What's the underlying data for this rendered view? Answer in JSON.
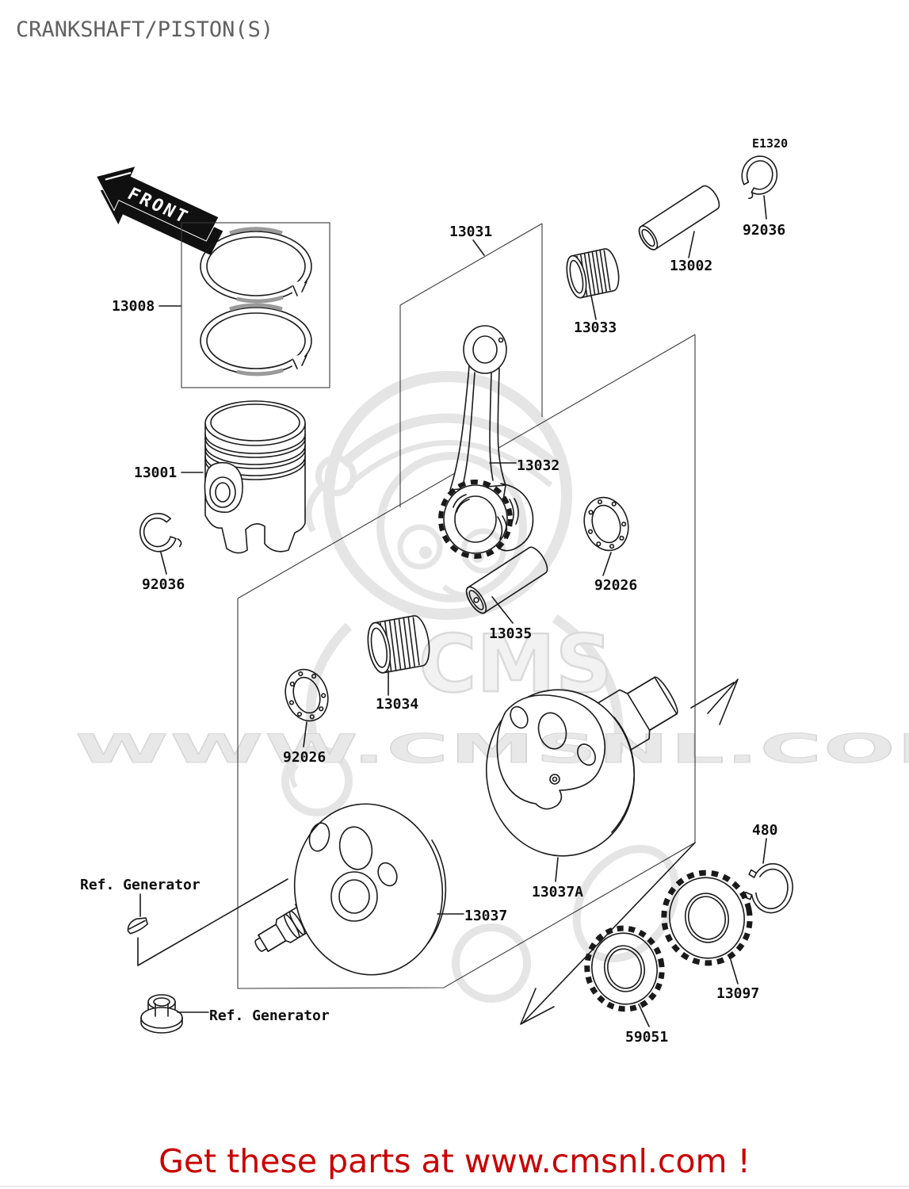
{
  "page": {
    "title": "CRANKSHAFT/PISTON(S)",
    "diagram_code": "E1320",
    "footer_cta": "Get these parts at www.cmsnl.com !"
  },
  "front_marker": {
    "label": "FRONT"
  },
  "watermark": {
    "brand": "CMS",
    "site": "WWW.CMSNL.COM"
  },
  "parts": {
    "ring_set": "13008",
    "piston": "13001",
    "circlip_left": "92036",
    "circlip_right": "92036",
    "conrod_kit": "13031",
    "piston_pin": "13002",
    "small_end_bearing": "13033",
    "connecting_rod": "13032",
    "thrust_washer_right": "92026",
    "crank_pin": "13035",
    "big_end_bearing": "13034",
    "thrust_washer_left": "92026",
    "crank_half_right": "13037A",
    "crank_half_left": "13037",
    "gear_inner": "59051",
    "gear_outer": "13097",
    "clip": "480",
    "ref_generator_key": "Ref. Generator",
    "ref_generator_nut": "Ref. Generator"
  },
  "colors": {
    "footer_red": "#c90000",
    "title_gray": "#616161",
    "line_dark": "#1a1a1a",
    "watermark_gray": "#e5e5e5"
  }
}
